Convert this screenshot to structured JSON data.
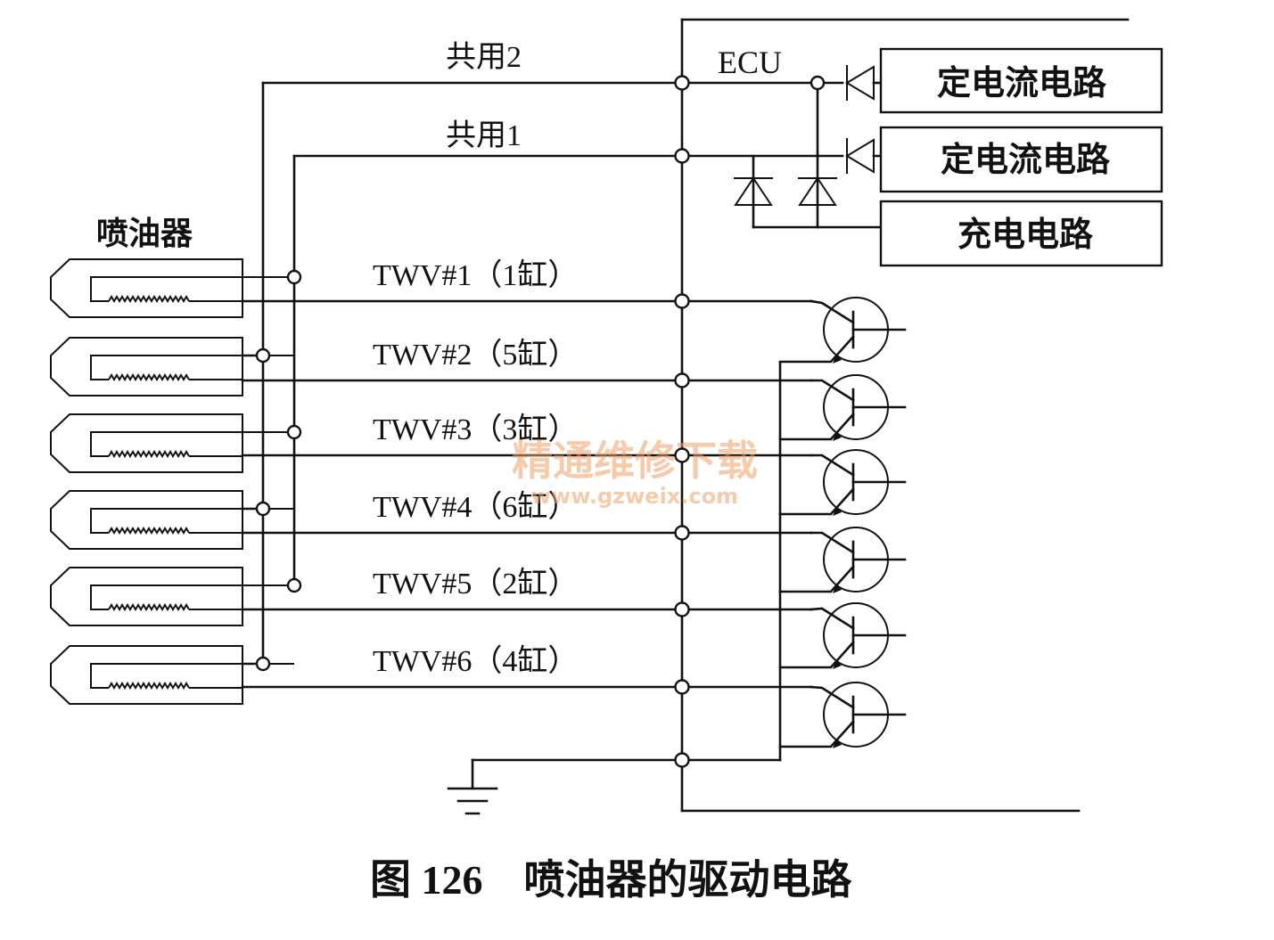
{
  "labels": {
    "ecu": "ECU",
    "common2": "共用2",
    "common1": "共用1",
    "injector": "喷油器"
  },
  "circuits": [
    "定电流电路",
    "定电流电路",
    "充电电路"
  ],
  "twv": [
    "TWV#1（1缸）",
    "TWV#2（5缸）",
    "TWV#3（3缸）",
    "TWV#4（6缸）",
    "TWV#5（2缸）",
    "TWV#6（4缸）"
  ],
  "caption": "图 126　喷油器的驱动电路",
  "watermark": {
    "text": "精通维修下载",
    "url": "www.gzweix.com"
  }
}
